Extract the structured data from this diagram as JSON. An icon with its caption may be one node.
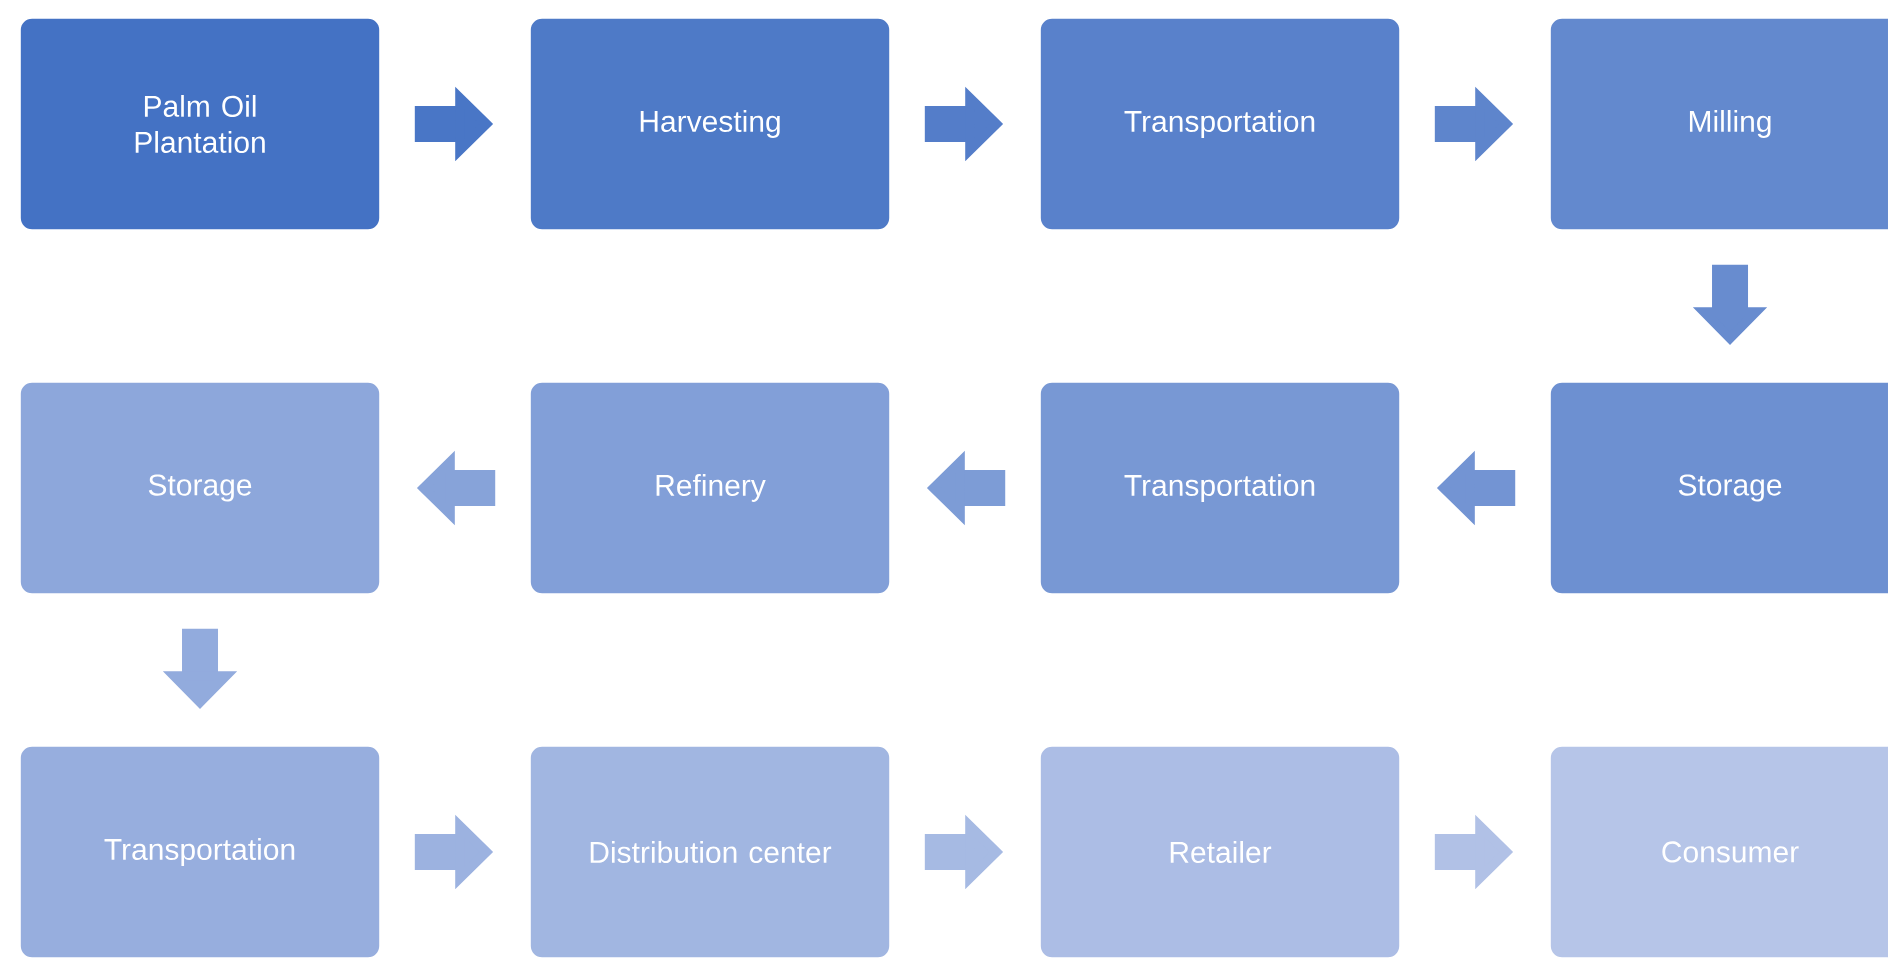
{
  "diagram": {
    "nodes": [
      {
        "text": [
          "Palm Oil Plantation"
        ]
      },
      {
        "text": [
          "Harvesting"
        ]
      },
      {
        "text": [
          "Transportation"
        ]
      },
      {
        "text": [
          "Milling"
        ]
      },
      {
        "text": [
          "Storage"
        ]
      },
      {
        "text": [
          "Transportation"
        ]
      },
      {
        "text": [
          "Refinery"
        ]
      },
      {
        "text": [
          "Storage"
        ]
      },
      {
        "text": [
          "Transportation"
        ]
      },
      {
        "text": [
          "Distribution center"
        ]
      },
      {
        "text": [
          "Retailer"
        ]
      },
      {
        "text": [
          "Consumer"
        ]
      }
    ],
    "edges": [
      {
        "from": 0,
        "to": 1,
        "arrow": "to",
        "color": "#4976c6"
      },
      {
        "from": 1,
        "to": 2,
        "arrow": "to",
        "color": "#547dc9"
      },
      {
        "from": 2,
        "to": 3,
        "arrow": "to",
        "color": "#5e85cc"
      },
      {
        "from": 3,
        "to": 4,
        "arrow": "to",
        "color": "#688ccf"
      },
      {
        "from": 4,
        "to": 5,
        "arrow": "to",
        "color": "#7394d3"
      },
      {
        "from": 5,
        "to": 6,
        "arrow": "to",
        "color": "#7d9cd6"
      },
      {
        "from": 6,
        "to": 7,
        "arrow": "to",
        "color": "#87a3d9"
      },
      {
        "from": 7,
        "to": 8,
        "arrow": "to",
        "color": "#92abdd"
      },
      {
        "from": 8,
        "to": 9,
        "arrow": "to",
        "color": "#9cb2e0"
      },
      {
        "from": 9,
        "to": 10,
        "arrow": "to",
        "color": "#a6bae3"
      },
      {
        "from": 10,
        "to": 11,
        "arrow": "to",
        "color": "#b1c1e6"
      }
    ]
  }
}
